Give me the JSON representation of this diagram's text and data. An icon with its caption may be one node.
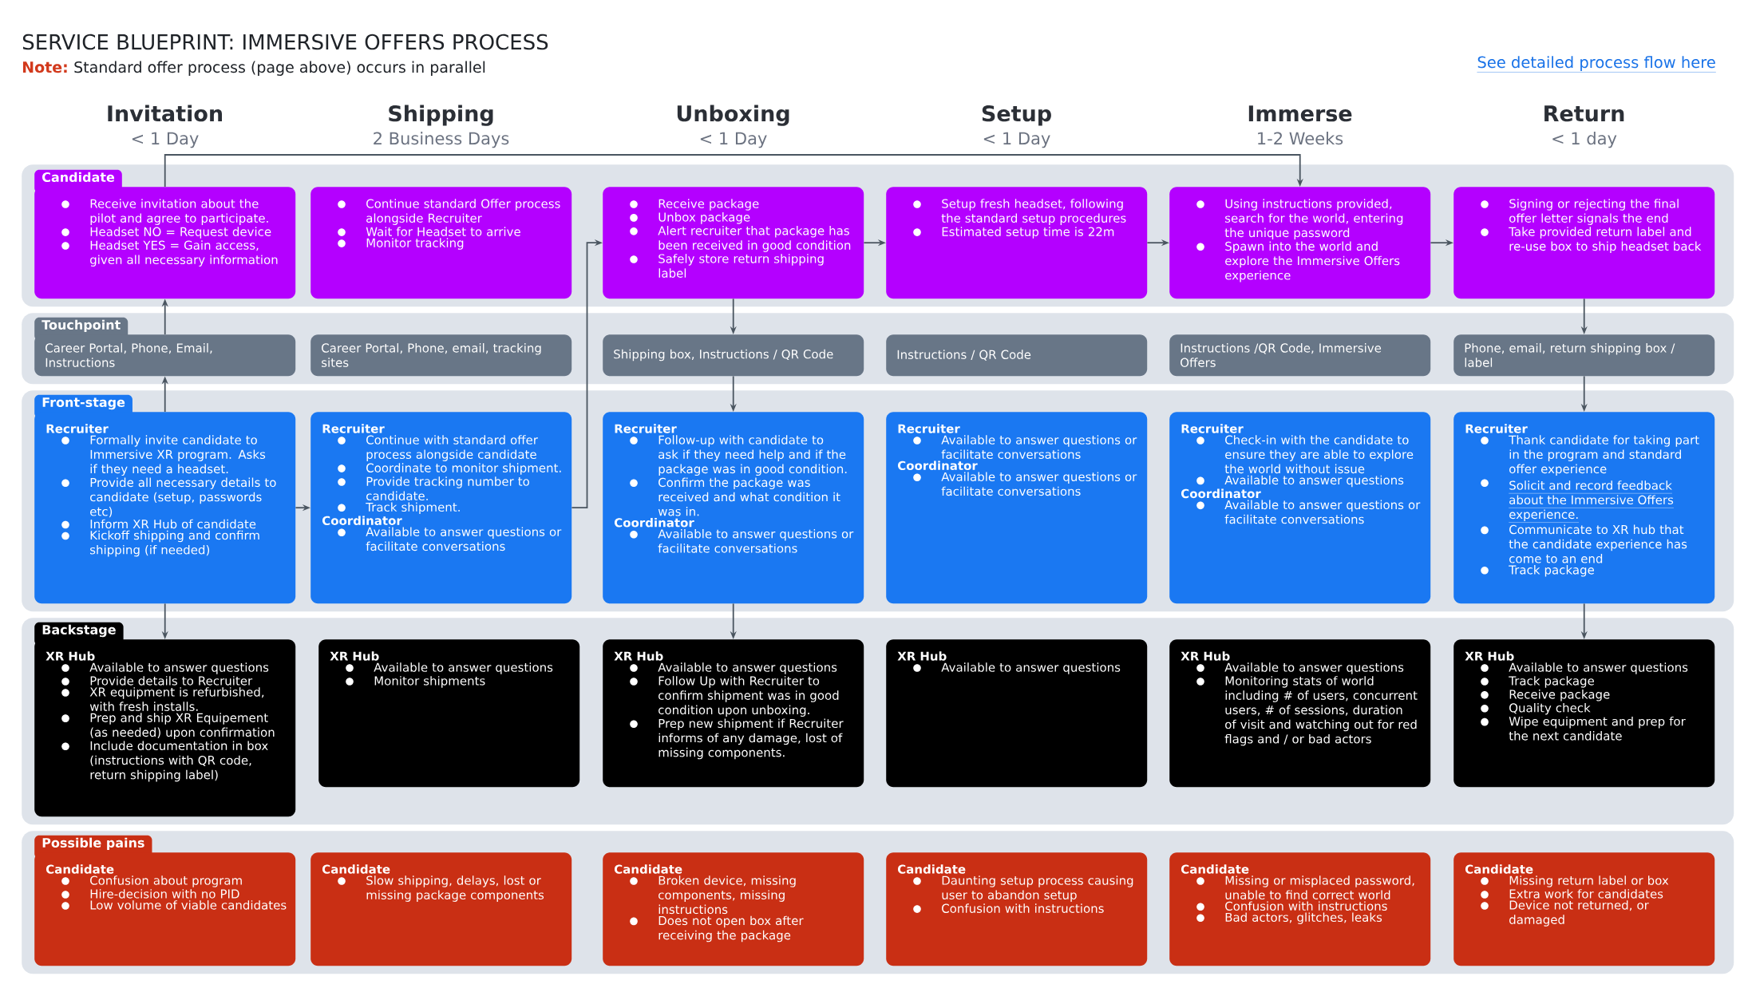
{
  "diagram": {
    "title": "SERVICE BLUEPRINT: IMMERSIVE OFFERS PROCESS",
    "nodes": [
      {
        "text": [
          "Candidate"
        ]
      },
      {
        "text": [
          "Receive invitation about the pilot and agree to participate.",
          "Headset NO = Request device",
          "Headset YES = Gain access, given all necessary information"
        ],
        "in": 0
      },
      {
        "text": [
          "Continue standard Offer process alongside Recruiter",
          "Wait for Headset to arrive",
          "Monitor tracking"
        ],
        "in": 0
      },
      {
        "text": [
          "Receive package",
          "Unbox package",
          "Alert recruiter that package has been received in good condition",
          "Safely store return shipping label"
        ],
        "in": 0
      },
      {
        "text": [
          "Setup fresh headset, following the standard setup procedures",
          "Estimated setup time is 22m"
        ],
        "in": 0
      },
      {
        "text": [
          "Using instructions provided, search for the world, entering the unique password",
          "Spawn into the world and explore the Immersive Offers experience"
        ],
        "in": 0
      },
      {
        "text": [
          "Signing or rejecting the final offer letter signals the end",
          "Take provided return label and re-use box to ship headset back"
        ],
        "in": 0
      },
      {
        "text": [
          "Touchpoint"
        ]
      },
      {
        "text": [
          "Career Portal, Phone, Email, Instructions"
        ],
        "in": 7
      },
      {
        "text": [
          "Career Portal, Phone, email, tracking sites"
        ],
        "in": 7
      },
      {
        "text": [
          "Shipping box, Instructions / QR Code"
        ],
        "in": 7
      },
      {
        "text": [
          "Instructions / QR Code"
        ],
        "in": 7
      },
      {
        "text": [
          "Instructions /QR Code, Immersive Offers"
        ],
        "in": 7
      },
      {
        "text": [
          "Phone, email, return shipping box / label"
        ],
        "in": 7
      },
      {
        "text": [
          "Front-stage"
        ]
      },
      {
        "text": [
          "Recruiter",
          "Formally invite candidate to Immersive XR program. Asks if they need a headset.",
          "Provide all necessary details to candidate (setup, passwords etc)",
          "Inform XR Hub of candidate",
          "Kickoff shipping and confirm shipping (if needed)"
        ],
        "in": 14
      },
      {
        "text": [
          "Recruiter",
          "Continue with standard offer process alongside candidate",
          "Coordinate to monitor shipment.",
          "Provide tracking number to candidate.",
          "Track shipment.",
          "Coordinator",
          "Available to answer questions or facilitate conversations"
        ],
        "in": 14
      },
      {
        "text": [
          "Recruiter",
          "Follow-up with candidate to ask if they need help and if the package was in good condition.",
          "Confirm the package was received and what condition it was in.",
          "Coordinator",
          "Available to answer questions or facilitate conversations"
        ],
        "in": 14
      },
      {
        "text": [
          "Recruiter",
          "Available to answer questions or facilitate conversations",
          "Coordinator",
          "Available to answer questions or facilitate conversations"
        ],
        "in": 14
      },
      {
        "text": [
          "Recruiter",
          "Check-in with the candidate to ensure they are able to explore the world without issue",
          "Available to answer questions",
          "Coordinator",
          "Available to answer questions or facilitate conversations"
        ],
        "in": 14
      },
      {
        "text": [
          "Recruiter",
          "Thank candidate for taking part in the program and standard offer experience",
          "Solicit and record feedback about the Immersive Offers experience.",
          "Communicate to XR hub that the candidate experience has come to an end",
          "Track package"
        ],
        "in": 14
      },
      {
        "text": [
          "Backstage"
        ]
      },
      {
        "text": [
          "XR Hub",
          "Available to answer questions",
          "Provide details to Recruiter",
          "XR equipment is refurbished, with fresh installs.",
          "Prep and ship XR Equipement (as needed) upon confirmation",
          "Include documentation in box (instructions with QR code, return shipping label)"
        ],
        "in": 21
      },
      {
        "text": [
          "XR Hub",
          "Available to answer questions",
          "Monitor shipments"
        ],
        "in": 21
      },
      {
        "text": [
          "XR Hub",
          "Available to answer questions",
          "Follow Up with Recruiter to confirm shipment was in good condition upon unboxing.",
          "Prep new shipment if Recruiter informs of any damage, lost of missing components."
        ],
        "in": 21
      },
      {
        "text": [
          "XR Hub",
          "Available to answer questions"
        ],
        "in": 21
      },
      {
        "text": [
          "XR Hub",
          "Available to answer questions",
          "Monitoring stats of world including # of users, concurrent users, # of sessions, duration of visit and watching out for red flags and / or bad actors"
        ],
        "in": 21
      },
      {
        "text": [
          "XR Hub",
          "Available to answer questions",
          "Track package",
          "Receive package",
          "Quality check",
          "Wipe equipment and prep for the next candidate"
        ],
        "in": 21
      },
      {
        "text": [
          "Possible pains"
        ]
      },
      {
        "text": [
          "Candidate",
          "Confusion about program",
          "Hire-decision with no PID",
          "Low volume of viable candidates"
        ],
        "in": 28
      },
      {
        "text": [
          "Candidate",
          "Slow shipping, delays, lost or missing package components"
        ],
        "in": 28
      },
      {
        "text": [
          "Candidate",
          "Broken device, missing components, missing instructions",
          "Does not open box after receiving the package"
        ],
        "in": 28
      },
      {
        "text": [
          "Candidate",
          "Daunting setup process causing user to abandon setup",
          "Confusion with instructions"
        ],
        "in": 28
      },
      {
        "text": [
          "Candidate",
          "Missing or misplaced password, unable to find correct world",
          "Confusion with instructions",
          "Bad actors, glitches, leaks"
        ],
        "in": 28
      },
      {
        "text": [
          "Candidate",
          "Missing return label or box",
          "Extra work for candidates",
          "Device not returned, or damaged"
        ],
        "in": 28
      }
    ],
    "edges": [
      {
        "from": 15,
        "to": 8,
        "arrow": "to"
      },
      {
        "from": 8,
        "to": 1,
        "arrow": "to"
      },
      {
        "from": 1,
        "to": 5,
        "arrow": "to"
      },
      {
        "from": 15,
        "to": 22,
        "arrow": "to"
      },
      {
        "from": 15,
        "to": 16,
        "arrow": "to"
      },
      {
        "from": 16,
        "to": 3,
        "arrow": "to"
      },
      {
        "from": 3,
        "to": 4,
        "arrow": "to"
      },
      {
        "from": 4,
        "to": 5,
        "arrow": "to"
      },
      {
        "from": 5,
        "to": 6,
        "arrow": "to"
      },
      {
        "from": 3,
        "to": 10,
        "arrow": "to"
      },
      {
        "from": 10,
        "to": 17,
        "arrow": "to"
      },
      {
        "from": 17,
        "to": 24,
        "arrow": "to"
      },
      {
        "from": 6,
        "to": 13,
        "arrow": "to"
      },
      {
        "from": 13,
        "to": 20,
        "arrow": "to"
      },
      {
        "from": 20,
        "to": 27,
        "arrow": "to"
      }
    ],
    "labels": [
      "Note:",
      "Standard offer process (page above) occurs in parallel",
      "See detailed process flow here",
      "Invitation",
      "< 1 Day",
      "Shipping",
      "2 Business Days",
      "Unboxing",
      "< 1 Day",
      "Setup",
      "< 1 Day",
      "Immerse",
      "1-2 Weeks",
      "Return",
      "< 1 day"
    ]
  }
}
